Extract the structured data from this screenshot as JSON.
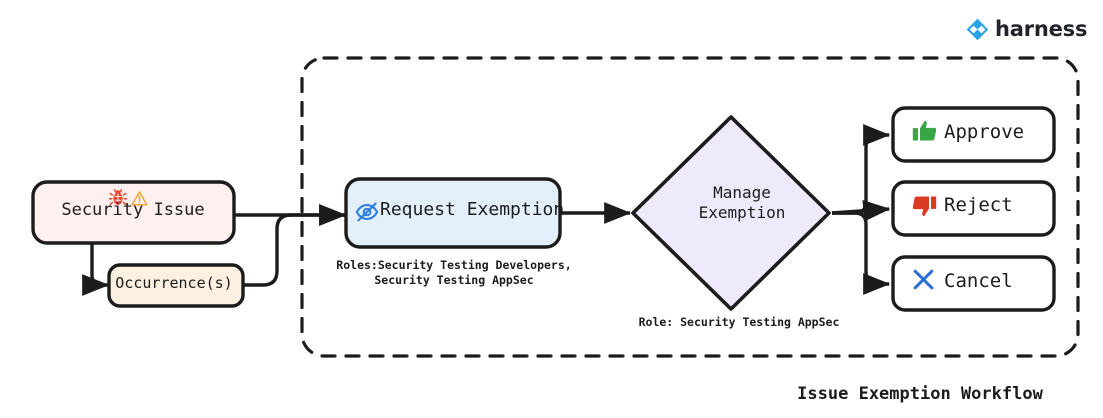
{
  "brand": {
    "name": "harness",
    "logo_icon": "harness-diamond-logo-icon",
    "accent_color": "#29a3e8"
  },
  "diagram": {
    "title": "Issue Exemption Workflow",
    "boundary": {
      "name": "exemption-workflow-boundary",
      "style": "dashed",
      "color": "#1c1c1c"
    },
    "nodes": [
      {
        "id": "security-issue",
        "label": "Security Issue",
        "shape": "rounded-rect",
        "fill": "#fdf0ee",
        "stroke": "#1c1c1c",
        "icons": [
          "bug-icon",
          "warning-triangle-icon"
        ]
      },
      {
        "id": "occurrences",
        "label": "Occurrence(s)",
        "shape": "rounded-rect",
        "fill": "#fdf0e0",
        "stroke": "#1c1c1c",
        "icons": []
      },
      {
        "id": "request-exemption",
        "label": "Request Exemption",
        "shape": "rounded-rect",
        "fill": "#e3f0fc",
        "stroke": "#1c1c1c",
        "icons": [
          "eye-slash-icon"
        ],
        "caption": "Roles:Security Testing Developers,\nSecurity Testing AppSec"
      },
      {
        "id": "manage-exemption",
        "label": "Manage\nExemption",
        "shape": "diamond",
        "fill": "#eeeafb",
        "stroke": "#1c1c1c",
        "icons": [],
        "caption": "Role: Security Testing AppSec"
      },
      {
        "id": "approve",
        "label": "Approve",
        "shape": "rounded-rect",
        "fill": "#ffffff",
        "stroke": "#1c1c1c",
        "icons": [
          "thumbs-up-icon"
        ],
        "icon_color": "#3aa544"
      },
      {
        "id": "reject",
        "label": "Reject",
        "shape": "rounded-rect",
        "fill": "#ffffff",
        "stroke": "#1c1c1c",
        "icons": [
          "thumbs-down-icon"
        ],
        "icon_color": "#d93a22"
      },
      {
        "id": "cancel",
        "label": "Cancel",
        "shape": "rounded-rect",
        "fill": "#ffffff",
        "stroke": "#1c1c1c",
        "icons": [
          "x-mark-icon"
        ],
        "icon_color": "#2b6fd4"
      }
    ],
    "edges": [
      {
        "from": "security-issue",
        "to": "request-exemption"
      },
      {
        "from": "security-issue",
        "to": "occurrences"
      },
      {
        "from": "occurrences",
        "to": "request-exemption"
      },
      {
        "from": "request-exemption",
        "to": "manage-exemption"
      },
      {
        "from": "manage-exemption",
        "to": "approve"
      },
      {
        "from": "manage-exemption",
        "to": "reject"
      },
      {
        "from": "manage-exemption",
        "to": "cancel"
      }
    ]
  }
}
